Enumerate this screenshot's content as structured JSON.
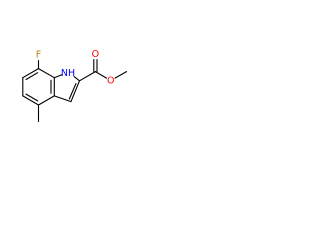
{
  "molecule": {
    "atoms": {
      "fluorine": {
        "symbol": "F",
        "color": "#b8860b"
      },
      "nh": {
        "symbol": "NH",
        "color": "#0000ff"
      },
      "carbonyl_oxygen": {
        "symbol": "O",
        "color": "#ff0000"
      },
      "ester_oxygen": {
        "symbol": "O",
        "color": "#ff0000"
      }
    },
    "bond_color": "#000000"
  }
}
